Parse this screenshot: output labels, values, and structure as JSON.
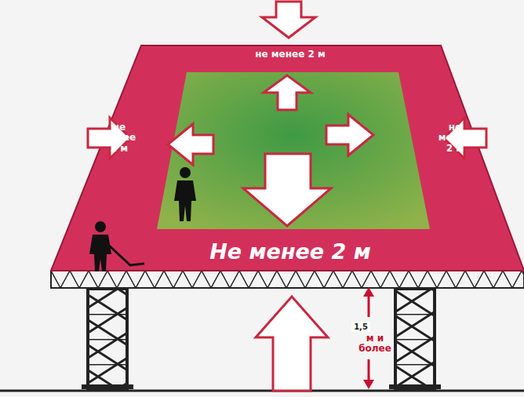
{
  "diagram": {
    "labels": [
      "не менее 2 м",
      "не менее 2 м",
      "не менее 2 м",
      "Не менее 2 м",
      "1,5",
      "м и более"
    ]
  }
}
